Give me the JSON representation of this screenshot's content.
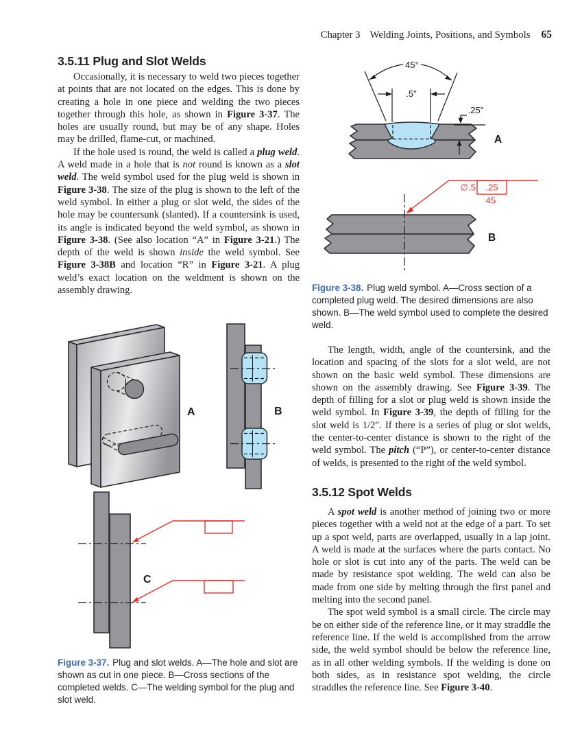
{
  "header": {
    "chapter": "Chapter 3",
    "title": "Welding Joints, Positions, and Symbols",
    "page_number": "65"
  },
  "colors": {
    "accent_red": "#e5312b",
    "caption_blue": "#3a6cb4",
    "plate_gray": "#97979b",
    "weld_blue": "#b5e2f4"
  },
  "left_column": {
    "heading": "3.5.11 Plug and Slot Welds",
    "para1": [
      {
        "t": "Occasionally, it is necessary to weld two pieces together at points that are not located on the edges. This is done by creating a hole in one piece and welding the two pieces together through this hole, as shown in "
      },
      {
        "t": "Figure 3-37",
        "b": 1
      },
      {
        "t": ". The holes are usually round, but may be of any shape. Holes may be drilled, flame-cut, or machined."
      }
    ],
    "para2": [
      {
        "t": "If the hole used is round, the weld is called a "
      },
      {
        "t": "plug weld",
        "b": 1,
        "i": 1
      },
      {
        "t": ". A weld made in a hole that is "
      },
      {
        "t": "not",
        "i": 1
      },
      {
        "t": " round is known as a "
      },
      {
        "t": "slot weld",
        "b": 1,
        "i": 1
      },
      {
        "t": ". The weld symbol used for the plug weld is shown in "
      },
      {
        "t": "Figure 3-38",
        "b": 1
      },
      {
        "t": ". The size of the plug is shown to the left of the weld symbol. In either a plug or slot weld, the sides of the hole may be countersunk (slanted). If a countersink is used, its angle is indicated beyond the weld symbol, as shown in "
      },
      {
        "t": "Figure 3-38",
        "b": 1
      },
      {
        "t": ". (See also location “A” in "
      },
      {
        "t": "Figure 3-21",
        "b": 1
      },
      {
        "t": ".) The depth of the weld is shown "
      },
      {
        "t": "inside",
        "i": 1
      },
      {
        "t": " the weld symbol. See "
      },
      {
        "t": "Figure 3-38B",
        "b": 1
      },
      {
        "t": " and location “R” in "
      },
      {
        "t": "Figure 3-21",
        "b": 1
      },
      {
        "t": ". A plug weld’s exact location on the weldment is shown on the assembly drawing."
      }
    ],
    "figure_3_37": {
      "labels": {
        "a": "A",
        "b": "B",
        "c": "C"
      },
      "caption": [
        {
          "t": "Figure 3-37.",
          "fig": 1
        },
        {
          "t": "Plug and slot welds. A—The hole and slot are shown as cut in one piece. B—Cross sections of the completed welds. C—The welding symbol for the plug and slot weld."
        }
      ]
    }
  },
  "right_column": {
    "figure_3_38": {
      "dims": {
        "angle": "45°",
        "width": ".5″",
        "depth": ".25″"
      },
      "symbol": {
        "size": "∅.5",
        "fill_depth": ".25",
        "countersink_angle": "45"
      },
      "labels": {
        "a": "A",
        "b": "B"
      },
      "caption": [
        {
          "t": "Figure 3-38.",
          "fig": 1
        },
        {
          "t": "Plug weld symbol. A—Cross section of a completed plug weld. The desired dimensions are also shown. B—The weld symbol used to complete the desired weld."
        }
      ]
    },
    "para1": [
      {
        "t": "The length, width, angle of the countersink, and the location and spacing of the slots for a slot weld, are not shown on the basic weld symbol. These dimensions are shown on the assembly drawing. See "
      },
      {
        "t": "Figure 3-39",
        "b": 1
      },
      {
        "t": ". The depth of filling for a slot or plug weld is shown inside the weld symbol. In "
      },
      {
        "t": "Figure 3-39",
        "b": 1
      },
      {
        "t": ", the depth of filling for the slot weld is 1/2″. If there is a series of plug or slot welds, the center-to-center distance is shown to the right of the weld symbol. The "
      },
      {
        "t": "pitch",
        "b": 1,
        "i": 1
      },
      {
        "t": " (“P”), or center-to-center distance of welds, is presented to the right of the weld symbol."
      }
    ],
    "heading2": "3.5.12 Spot Welds",
    "para2": [
      {
        "t": "A "
      },
      {
        "t": "spot weld",
        "b": 1,
        "i": 1
      },
      {
        "t": " is another method of joining two or more pieces together with a weld not at the edge of a part. To set up a spot weld, parts are overlapped, usually in a lap joint. A weld is made at the surfaces where the parts contact. No hole or slot is cut into any of the parts. The weld can be made by resistance spot welding. The weld can also be made from one side by melting through the first panel and melting into the second panel."
      }
    ],
    "para3": [
      {
        "t": "The spot weld symbol is a small circle. The circle may be on either side of the reference line, or it may straddle the reference line. If the weld is accomplished from the arrow side, the weld symbol should be below the reference line, as in all other welding symbols. If the welding is done on both sides, as in resistance spot welding, the circle straddles the reference line. See "
      },
      {
        "t": "Figure 3-40",
        "b": 1
      },
      {
        "t": "."
      }
    ]
  }
}
